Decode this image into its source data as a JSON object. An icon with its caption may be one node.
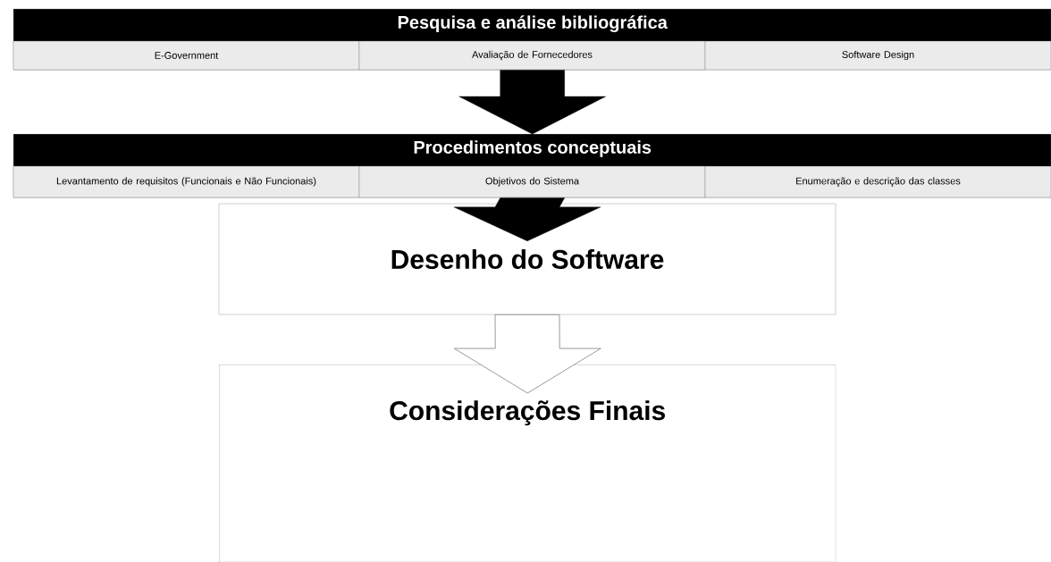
{
  "diagram": {
    "nodes": [
      {
        "text": [
          "Pesquisa e análise bibliográfica"
        ]
      },
      {
        "text": [
          "E-Government"
        ],
        "in": 0
      },
      {
        "text": [
          "Avaliação de Fornecedores"
        ],
        "in": 0
      },
      {
        "text": [
          "Software Design"
        ],
        "in": 0
      },
      {
        "text": [
          "Procedimentos conceptuais"
        ]
      },
      {
        "text": [
          "Levantamento de requisitos (Funcionais e Não Funcionais)"
        ],
        "in": 4
      },
      {
        "text": [
          "Objetivos do Sistema"
        ],
        "in": 4
      },
      {
        "text": [
          "Enumeração e descrição das classes"
        ],
        "in": 4
      },
      {
        "text": [
          "Desenho do Software"
        ]
      },
      {
        "text": [
          "Considerações Finais"
        ]
      }
    ],
    "edges": [
      {
        "from": 0,
        "to": 4,
        "arrow": "to"
      },
      {
        "from": 4,
        "to": 8,
        "arrow": "to"
      },
      {
        "from": 8,
        "to": 9,
        "arrow": "to",
        "color": "#ffffff"
      }
    ]
  }
}
